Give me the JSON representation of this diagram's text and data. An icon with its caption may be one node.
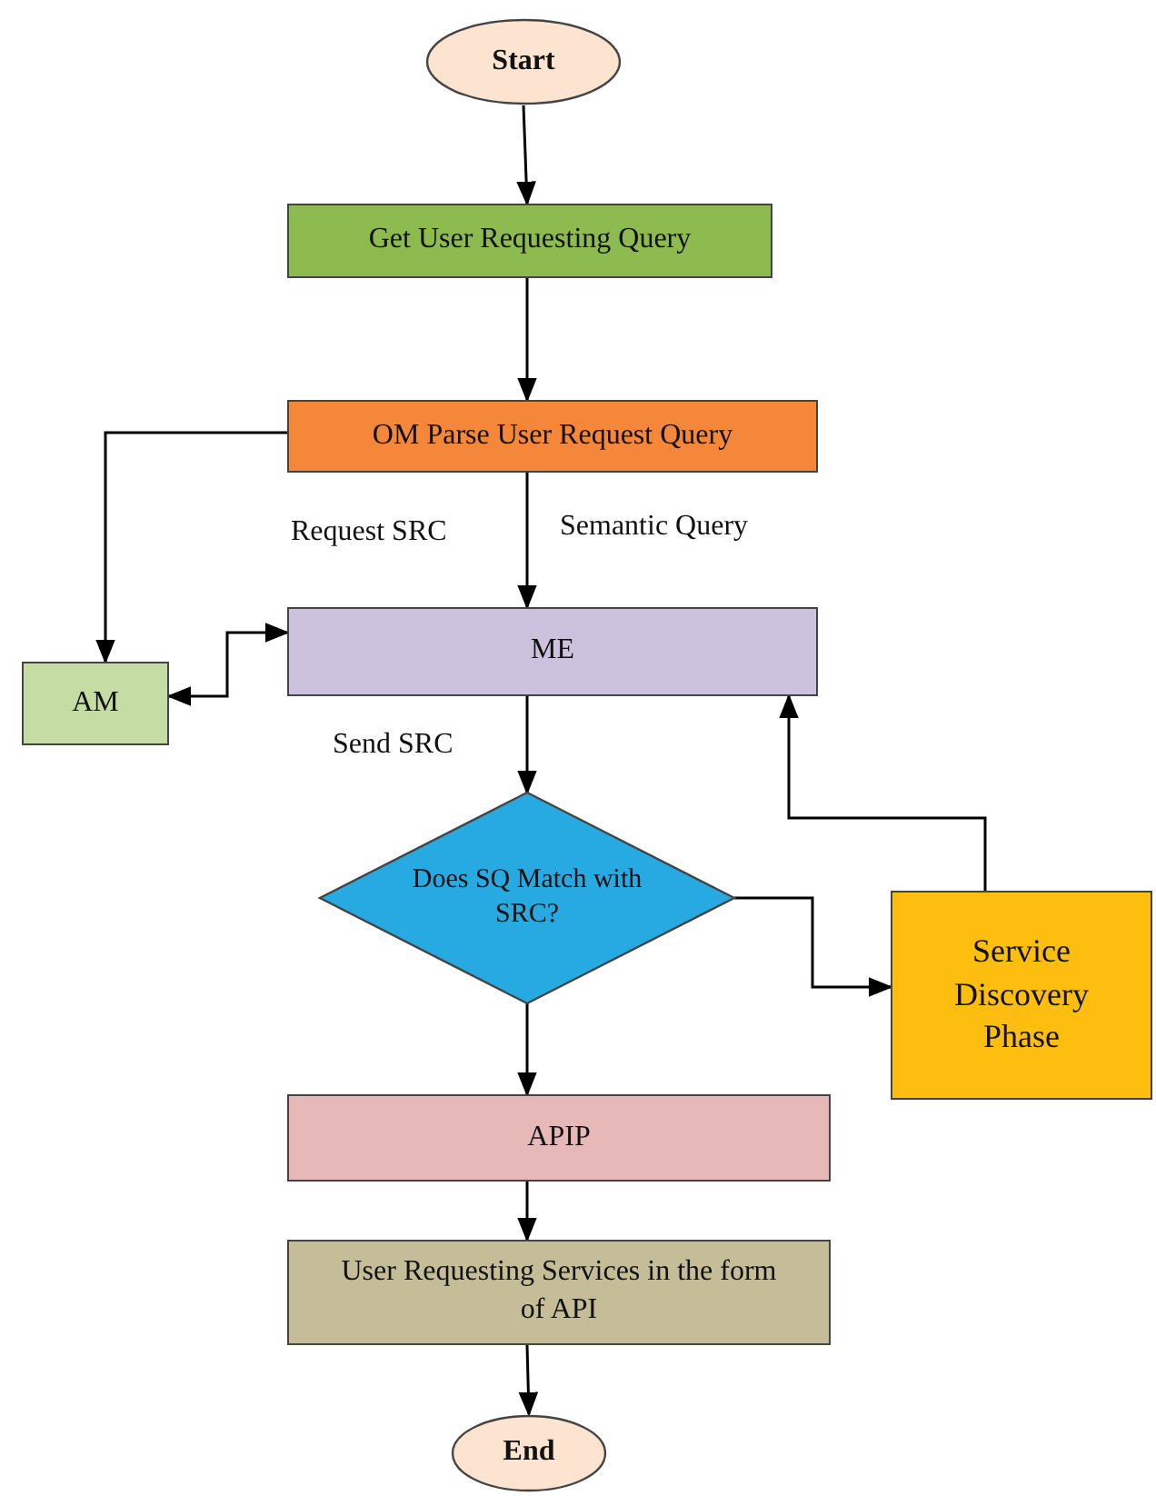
{
  "diagram": {
    "nodes": [
      {
        "text": [
          "Start"
        ]
      },
      {
        "text": [
          "Get  User Requesting Query"
        ]
      },
      {
        "text": [
          "OM  Parse User Request Query"
        ]
      },
      {
        "text": [
          "ME"
        ]
      },
      {
        "text": [
          "AM"
        ]
      },
      {
        "text": [
          "Does SQ Match with SRC?"
        ]
      },
      {
        "text": [
          "Service Discovery Phase"
        ]
      },
      {
        "text": [
          "APIP"
        ]
      },
      {
        "text": [
          "User Requesting Services in the form of API"
        ]
      },
      {
        "text": [
          "End"
        ]
      }
    ],
    "edges": [
      {
        "from": 0,
        "to": 1,
        "arrow": "to"
      },
      {
        "from": 1,
        "to": 2,
        "arrow": "to"
      },
      {
        "from": 2,
        "to": 3,
        "arrow": "to"
      },
      {
        "from": 2,
        "to": 4,
        "arrow": "to"
      },
      {
        "from": 3,
        "to": 4,
        "arrow": "both"
      },
      {
        "from": 3,
        "to": 5,
        "arrow": "to"
      },
      {
        "from": 5,
        "to": 6,
        "arrow": "to"
      },
      {
        "from": 6,
        "to": 3,
        "arrow": "to"
      },
      {
        "from": 5,
        "to": 7,
        "arrow": "to"
      },
      {
        "from": 7,
        "to": 8,
        "arrow": "to"
      },
      {
        "from": 8,
        "to": 9,
        "arrow": "to"
      }
    ],
    "labels": [
      "Request SRC",
      "Semantic Query",
      "Send SRC"
    ]
  }
}
